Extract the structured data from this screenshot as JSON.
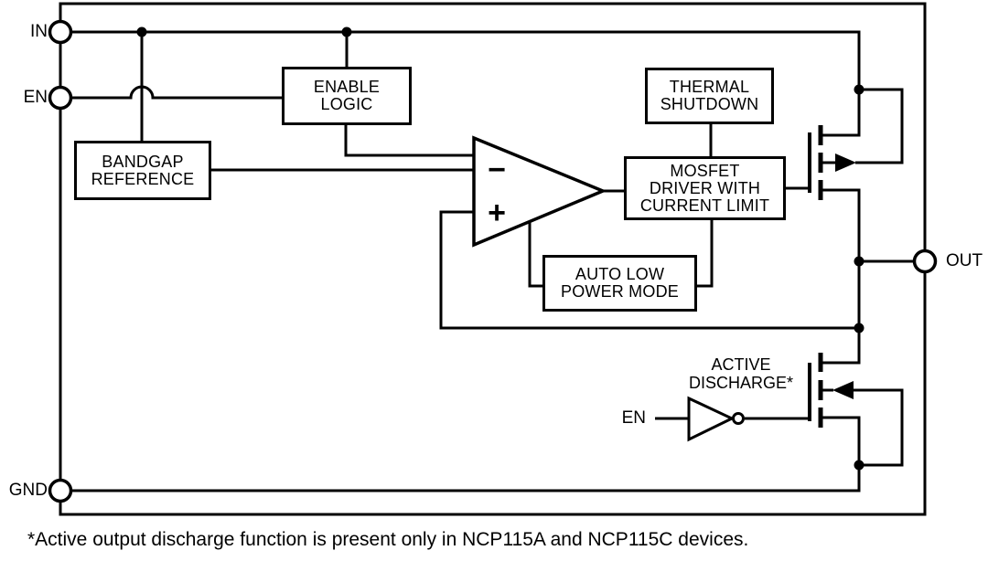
{
  "colors": {
    "line": "#000000",
    "background": "#ffffff",
    "block_fill": "#ffffff"
  },
  "pins": {
    "in": "IN",
    "en": "EN",
    "gnd": "GND",
    "out": "OUT"
  },
  "blocks": {
    "enable_logic": {
      "line1": "ENABLE",
      "line2": "LOGIC"
    },
    "bandgap_reference": {
      "line1": "BANDGAP",
      "line2": "REFERENCE"
    },
    "thermal_shutdown": {
      "line1": "THERMAL",
      "line2": "SHUTDOWN"
    },
    "mosfet_driver": {
      "line1": "MOSFET",
      "line2": "DRIVER WITH",
      "line3": "CURRENT LIMIT"
    },
    "auto_low_power": {
      "line1": "AUTO LOW",
      "line2": "POWER MODE"
    }
  },
  "amplifier": {
    "inverting_input_sign": "−",
    "noninverting_input_sign": "+"
  },
  "active_discharge": {
    "label_line1": "ACTIVE",
    "label_line2": "DISCHARGE*",
    "inverter_input_label": "EN"
  },
  "footnote": "*Active output discharge function is present only in NCP115A and NCP115C devices."
}
